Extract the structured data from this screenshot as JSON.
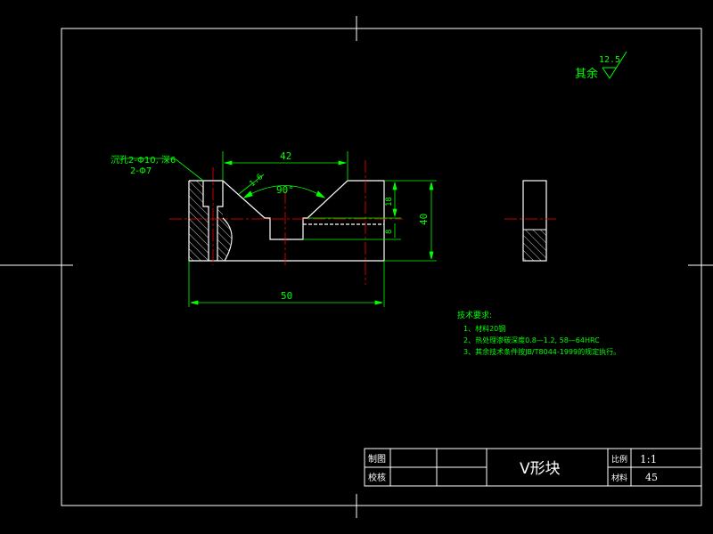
{
  "colors": {
    "background": "#000000",
    "outline": "#ffffff",
    "dimension": "#00ff00",
    "centerline": "#ff0000",
    "hatch": "#ffffff"
  },
  "roughness": {
    "label": "其余",
    "value": "12.5"
  },
  "callout": {
    "line1": "沉孔2-Φ10, 深6",
    "line2": "2-Φ7"
  },
  "dimensions": {
    "top_width": "42",
    "angle": "90°",
    "chamfer": "1.6",
    "total_width": "50",
    "height": "40",
    "depth_18": "18",
    "depth_8": "8"
  },
  "tech_notes": {
    "title": "技术要求:",
    "items": [
      "1、材料20钢",
      "2、热处理渗碳深度0.8—1.2, 58—64HRC",
      "3、其余技术条件按JB/T8044-1999的规定执行。"
    ]
  },
  "title_block": {
    "drawn_label": "制图",
    "checked_label": "校核",
    "part_name": "V形块",
    "scale_label": "比例",
    "scale_value": "1:1",
    "material_label": "材料",
    "material_value": "45"
  }
}
